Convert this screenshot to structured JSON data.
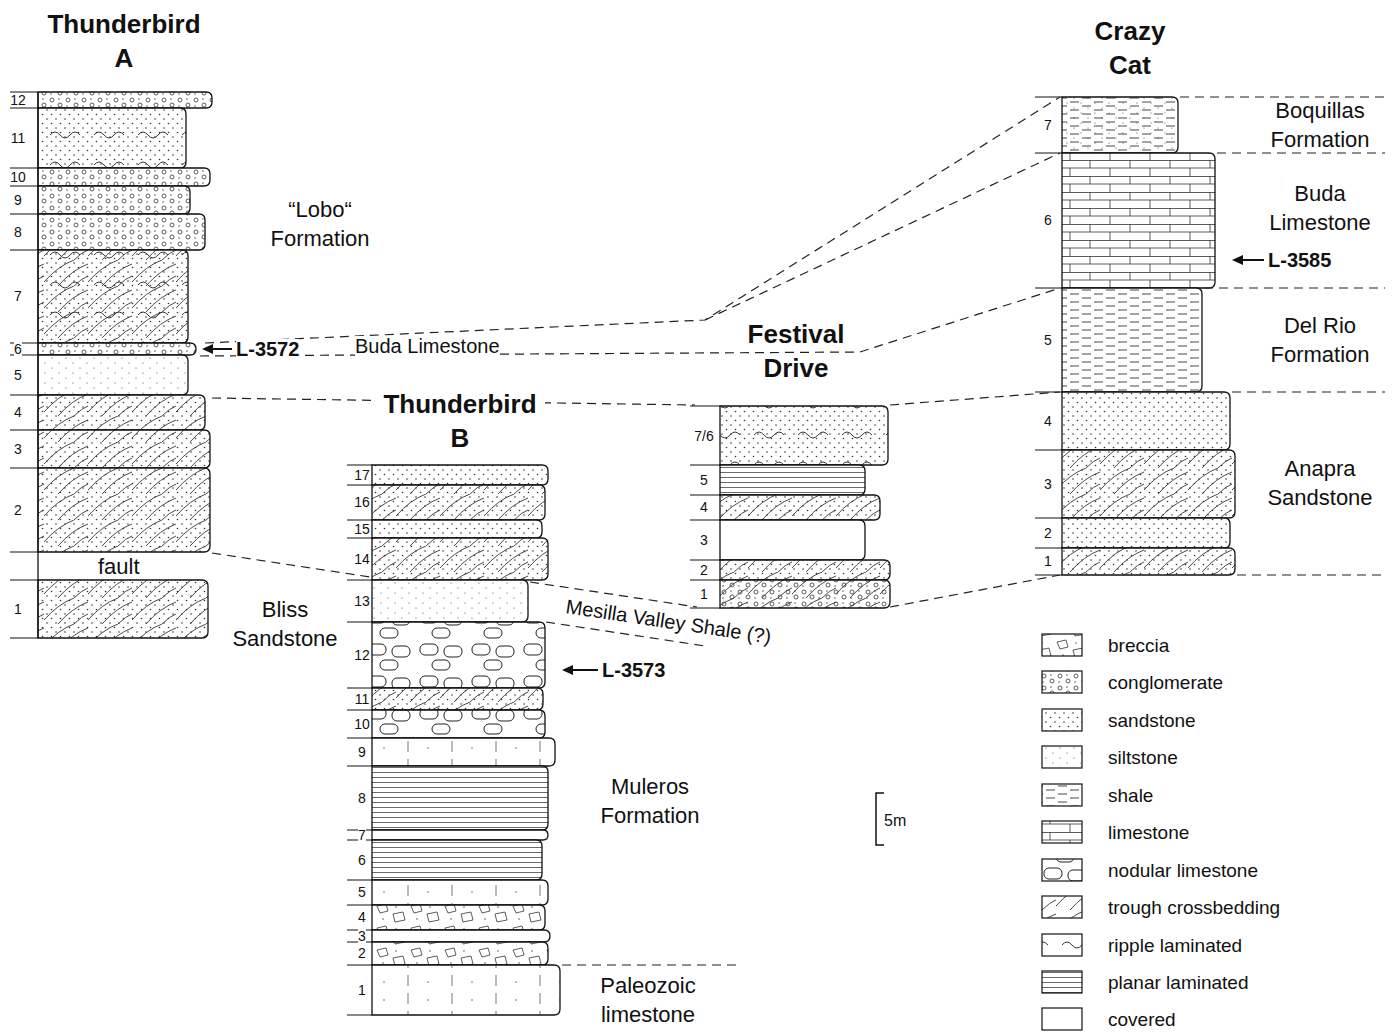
{
  "diagram": {
    "labels": [
      "Thunderbird A",
      "12",
      "11",
      "10",
      "9",
      "8",
      "7",
      "6",
      "5",
      "4",
      "3",
      "2",
      "1",
      "fault",
      "“Lobo“ Formation",
      "L-3572",
      "Buda Limestone",
      "Bliss Sandstone",
      "Thunderbird B",
      "17",
      "16",
      "15",
      "14",
      "13",
      "12",
      "11",
      "10",
      "9",
      "8",
      "7",
      "6",
      "5",
      "4",
      "3",
      "2",
      "1",
      "Mesilla Valley Shale (?)",
      "L-3573",
      "Muleros Formation",
      "Paleozoic limestone",
      "Festival Drive",
      "7/6",
      "5",
      "4",
      "3",
      "2",
      "1",
      "Crazy Cat",
      "7",
      "6",
      "5",
      "4",
      "3",
      "2",
      "1",
      "Boquillas Formation",
      "Buda Limestone",
      "L-3585",
      "Del Rio Formation",
      "Anapra Sandstone",
      "5m"
    ],
    "legend": [
      {
        "text": "breccia"
      },
      {
        "text": "conglomerate"
      },
      {
        "text": "sandstone"
      },
      {
        "text": "siltstone"
      },
      {
        "text": "shale"
      },
      {
        "text": "limestone"
      },
      {
        "text": "nodular limestone"
      },
      {
        "text": "trough crossbedding"
      },
      {
        "text": "ripple laminated"
      },
      {
        "text": "planar laminated"
      },
      {
        "text": "covered"
      }
    ]
  }
}
